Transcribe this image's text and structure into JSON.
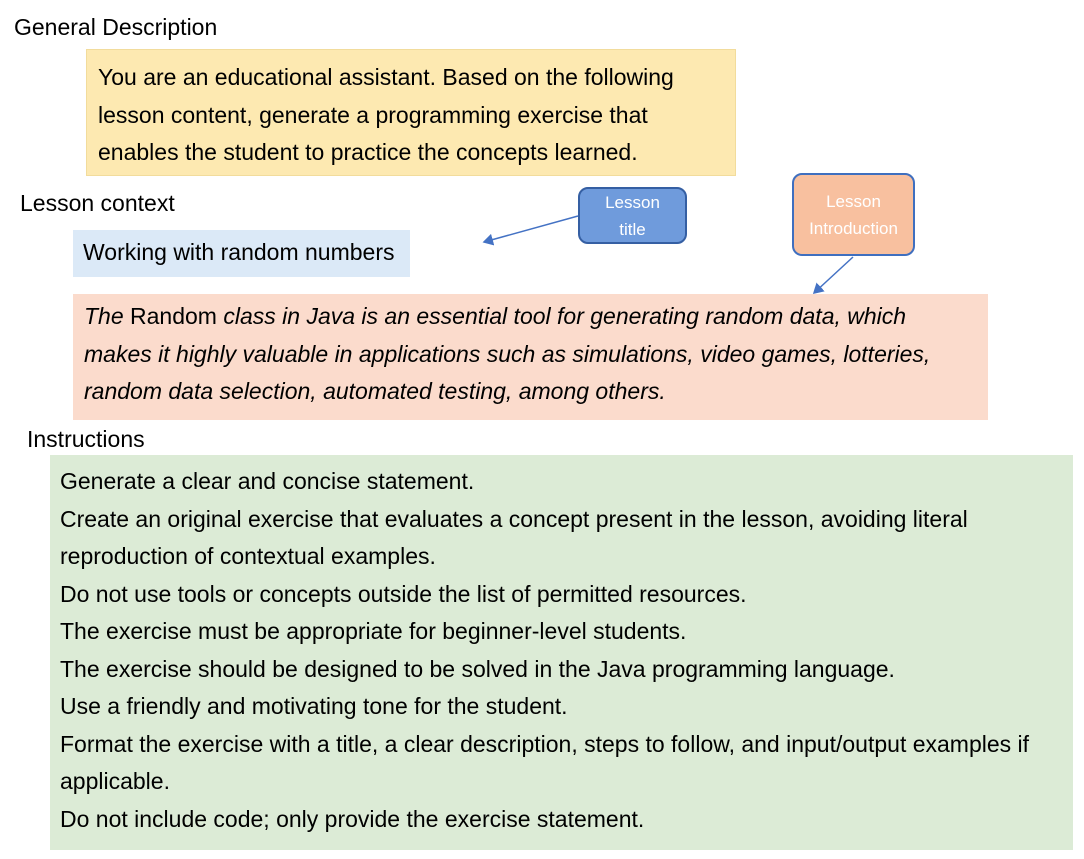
{
  "general": {
    "heading": "General Description",
    "text": "You are an educational assistant. Based on the following lesson content, generate a programming exercise that enables the student to practice the concepts learned."
  },
  "lesson": {
    "heading": "Lesson context",
    "title": "Working with random numbers",
    "intro_prefix": "The ",
    "intro_keyword": "Random",
    "intro_rest": " class in Java is an essential tool for generating random data, which makes it highly valuable in applications such as simulations, video games, lotteries, random data selection, automated testing, among others."
  },
  "callouts": {
    "title_line1": "Lesson",
    "title_line2": "title",
    "intro_line1": "Lesson",
    "intro_line2": "Introduction"
  },
  "instructions": {
    "heading": "Instructions",
    "items": [
      "Generate a clear and concise statement.",
      "Create an original exercise that evaluates a concept present in the lesson, avoiding literal reproduction of contextual examples.",
      "Do not use tools or concepts outside the list of permitted resources.",
      "The exercise must be appropriate for beginner-level students.",
      "The exercise should be designed to be solved in the Java programming language.",
      "Use a friendly and motivating tone for the student.",
      "Format the exercise with a title, a clear description, steps to follow, and input/output examples if applicable.",
      "Do not include code; only provide the exercise statement."
    ]
  },
  "colors": {
    "general_bg": "#fde9b1",
    "title_bg": "#dbe9f7",
    "intro_bg": "#fbdbcc",
    "instructions_bg": "#dcebd6",
    "callout_title_bg": "#6f9bdc",
    "callout_intro_bg": "#f8c09f",
    "arrow": "#4472c4"
  }
}
